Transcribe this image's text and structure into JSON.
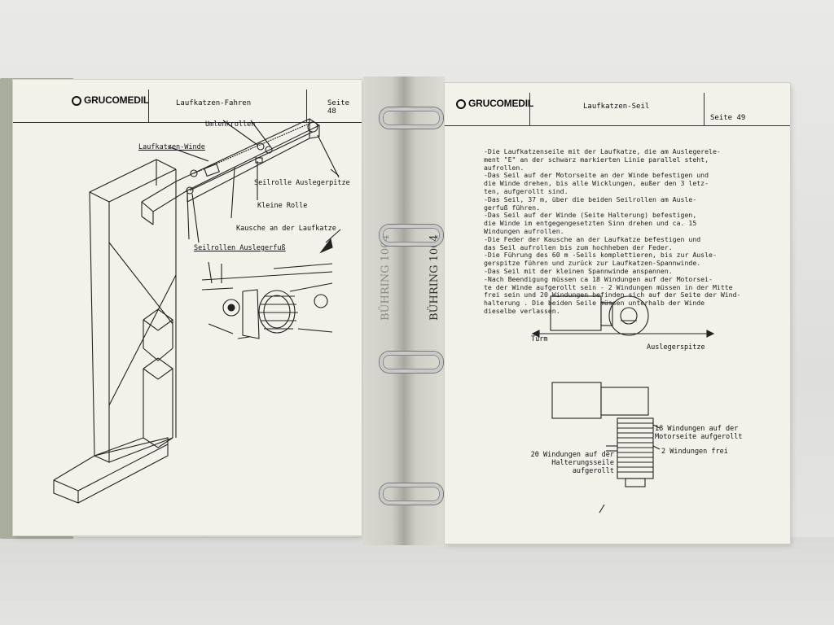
{
  "brand": "GRUCOMEDIL",
  "left_page": {
    "title": "Laufkatzen-Fahren",
    "page_number": "Seite 48",
    "labels": {
      "umlenkrollen": "Umlenkrollen",
      "laufkatzen_winde": "Laufkatzen-Winde",
      "seilrolle_auslegerspitze": "Seilrolle Auslegerpitze",
      "kleine_rolle": "Kleine Rolle",
      "kausche": "Kausche an der Laufkatze",
      "seilrollen_auslegerfuss": "Seilrollen Auslegerfuß"
    }
  },
  "spine": {
    "label_1": "BÜHRING 1004",
    "label_2": "BÜHRING 1004"
  },
  "right_page": {
    "title": "Laufkatzen-Seil",
    "page_number": "Seite 49",
    "instructions": [
      "-Die Laufkatzenseile mit der Laufkatze, die am Auslegerele-",
      " ment \"E\" an der schwarz markierten Linie parallel steht,",
      " aufrollen.",
      "-Das Seil auf der Motorseite an der Winde befestigen und",
      " die Winde drehen, bis alle Wicklungen, außer den 3 letz-",
      " ten, aufgerollt sind.",
      "-Das Seil, 37 m, über die beiden Seilrollen am Ausle-",
      " gerfuß führen.",
      "-Das Seil auf der Winde (Seite Halterung) befestigen,",
      " die Winde im entgegengesetzten Sinn drehen und ca. 15",
      " Windungen aufrollen.",
      "-Die Feder der Kausche an der Laufkatze befestigen und",
      " das Seil aufrollen bis zum hochheben der Feder.",
      "-Die Führung des 60 m -Seils komplettieren, bis zur Ausle-",
      " gerspitze führen und zurück zur Laufkatzen-Spannwinde.",
      "-Das Seil mit der kleinen Spannwinde anspannen.",
      "-Nach Beendigung müssen ca 18 Windungen auf der Motorsei-",
      " te der Winde aufgerollt sein - 2 Windungen müssen in der Mitte",
      " frei sein und 20  Windungen befinden sich auf der Seite der Wind-",
      " halterung . Die beiden Seile müssen unterhalb der Winde",
      " dieselbe verlassen."
    ],
    "diagram1": {
      "left_label": "Turm",
      "right_label": "Auslegerspitze"
    },
    "diagram2": {
      "motor_label": "18 Windungen auf der Motorseite aufgerollt",
      "free_label": "2 Windungen frei",
      "halter_label": "20 Windungen auf der Halterungsseile aufgerollt"
    }
  }
}
